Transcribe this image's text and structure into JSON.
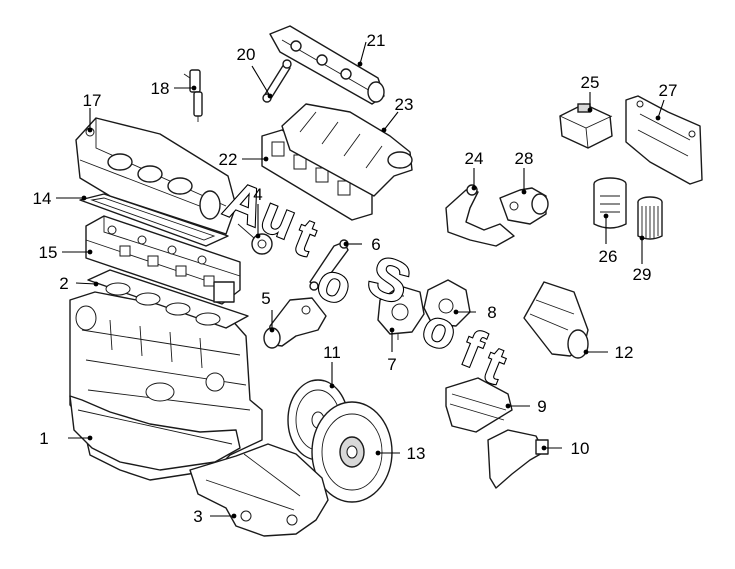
{
  "watermark": {
    "letters": [
      "A",
      "u",
      "t",
      "o",
      "S",
      "o",
      "f",
      "t"
    ]
  },
  "callouts": [
    {
      "id": "1",
      "label": "1"
    },
    {
      "id": "2",
      "label": "2"
    },
    {
      "id": "3",
      "label": "3"
    },
    {
      "id": "4",
      "label": "4"
    },
    {
      "id": "5",
      "label": "5"
    },
    {
      "id": "6",
      "label": "6"
    },
    {
      "id": "7",
      "label": "7"
    },
    {
      "id": "8",
      "label": "8"
    },
    {
      "id": "9",
      "label": "9"
    },
    {
      "id": "10",
      "label": "10"
    },
    {
      "id": "11",
      "label": "11"
    },
    {
      "id": "12",
      "label": "12"
    },
    {
      "id": "13",
      "label": "13"
    },
    {
      "id": "14",
      "label": "14"
    },
    {
      "id": "15",
      "label": "15"
    },
    {
      "id": "17",
      "label": "17"
    },
    {
      "id": "18",
      "label": "18"
    },
    {
      "id": "20",
      "label": "20"
    },
    {
      "id": "21",
      "label": "21"
    },
    {
      "id": "22",
      "label": "22"
    },
    {
      "id": "23",
      "label": "23"
    },
    {
      "id": "24",
      "label": "24"
    },
    {
      "id": "25",
      "label": "25"
    },
    {
      "id": "26",
      "label": "26"
    },
    {
      "id": "27",
      "label": "27"
    },
    {
      "id": "28",
      "label": "28"
    },
    {
      "id": "29",
      "label": "29"
    }
  ]
}
